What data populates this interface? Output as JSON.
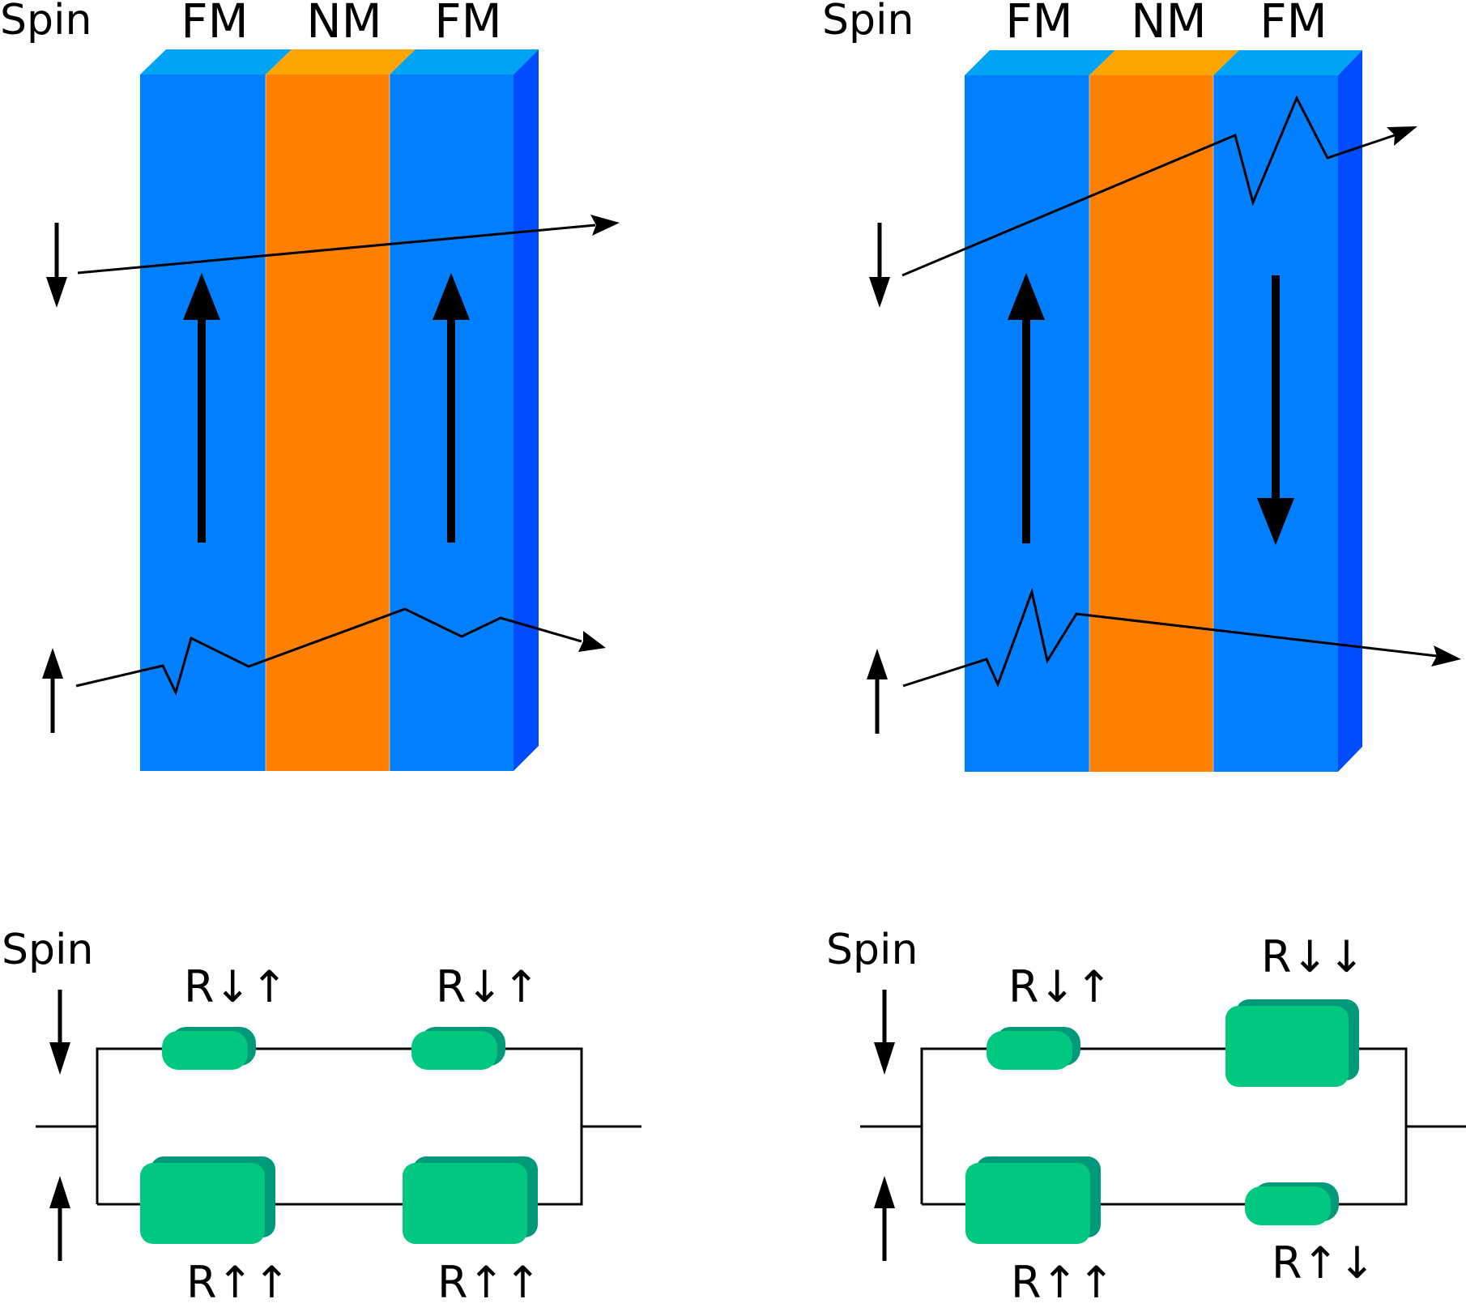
{
  "labels": {
    "spin": "Spin",
    "fm": "FM",
    "nm": "NM",
    "r_down_up": "R↓↑",
    "r_up_up": "R↑↑",
    "r_down_down": "R↓↓",
    "r_up_down": "R↑↓"
  },
  "colors": {
    "fm_front": "#007fff",
    "fm_top": "#00a4f4",
    "fm_side": "#004cff",
    "nm_front": "#ff7f00",
    "nm_top": "#ffa500",
    "resistor_front": "#00c97f",
    "resistor_back": "#00997a"
  },
  "panels": [
    {
      "configuration": "parallel",
      "layers": [
        "FM",
        "NM",
        "FM"
      ],
      "magnetization": [
        "up",
        "up"
      ]
    },
    {
      "configuration": "antiparallel",
      "layers": [
        "FM",
        "NM",
        "FM"
      ],
      "magnetization": [
        "up",
        "down"
      ]
    }
  ],
  "circuits": [
    {
      "top_branch": [
        "R↓↑",
        "R↓↑"
      ],
      "bottom_branch": [
        "R↑↑",
        "R↑↑"
      ]
    },
    {
      "top_branch": [
        "R↓↑",
        "R↓↓"
      ],
      "bottom_branch": [
        "R↑↑",
        "R↑↓"
      ]
    }
  ]
}
